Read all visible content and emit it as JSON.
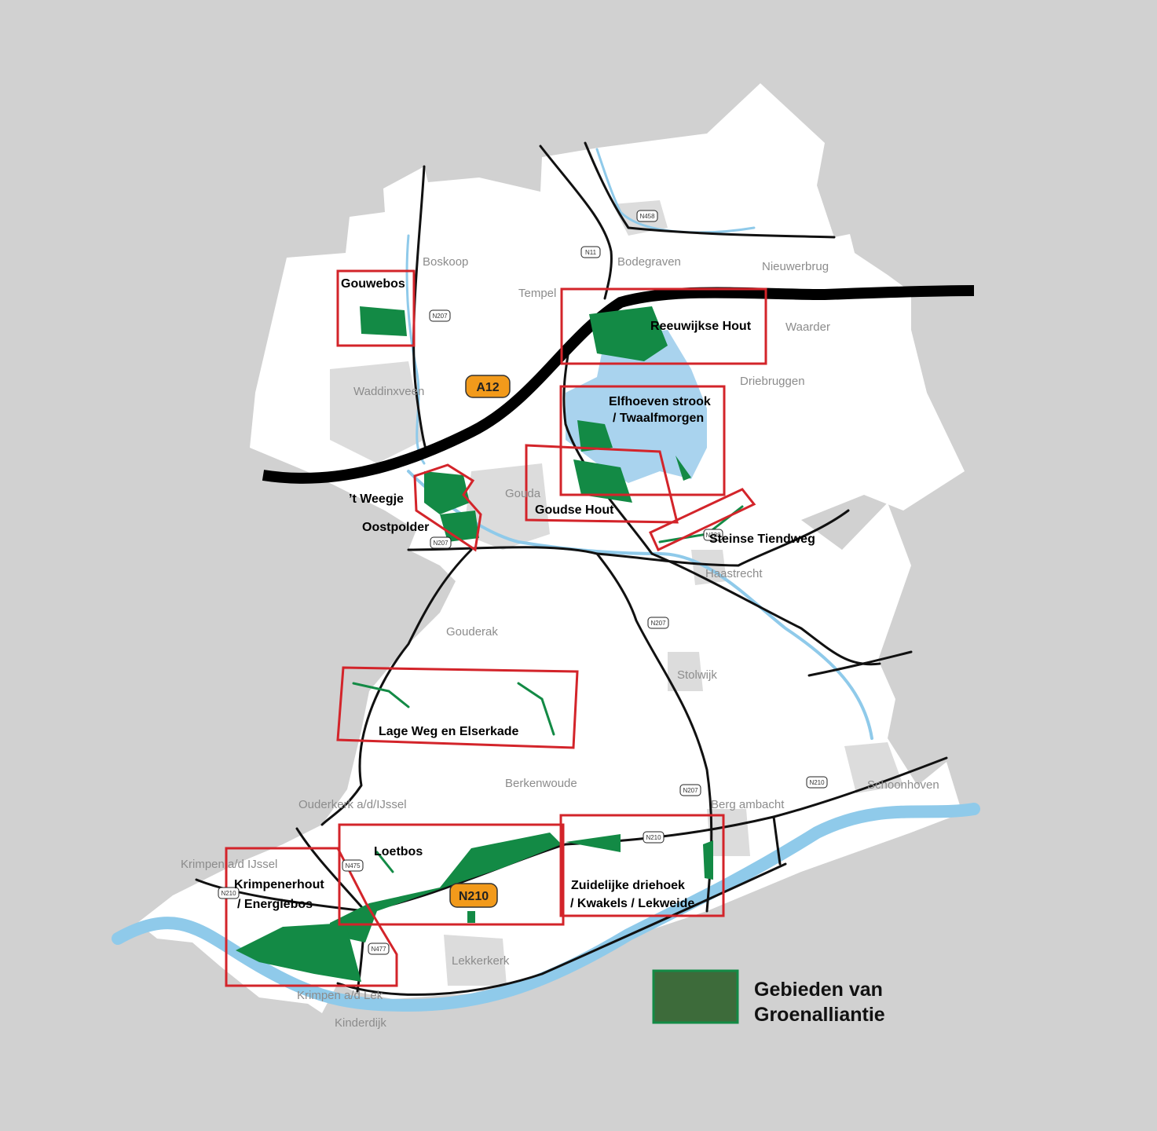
{
  "places": {
    "boskoop": "Boskoop",
    "bodegraven": "Bodegraven",
    "nieuwerbrug": "Nieuwerbrug",
    "tempel": "Tempel",
    "waarder": "Waarder",
    "waddinxveen": "Waddinxveen",
    "driebruggen": "Driebruggen",
    "gouda": "Gouda",
    "haastrecht": "Haastrecht",
    "gouderak": "Gouderak",
    "stolwijk": "Stolwijk",
    "berkenwoude": "Berkenwoude",
    "ouderkerk": "Ouderkerk a/d/IJssel",
    "berg_ambacht": "Berg ambacht",
    "schoonhoven": "Schoonhoven",
    "krimpen_ijssel": "Krimpen a/d IJssel",
    "lekkerkerk": "Lekkerkerk",
    "krimpen_lek": "Krimpen a/d Lek",
    "kinderdijk": "Kinderdijk"
  },
  "roads": {
    "n458": "N458",
    "n11": "N11",
    "n207_a": "N207",
    "n207_b": "N207",
    "n207_c": "N207",
    "n207_d": "N207",
    "n210_a": "N210",
    "n210_b": "N210",
    "n210_c": "N210",
    "n475": "N475",
    "n477": "N477",
    "n228": "N228",
    "a12": "A12",
    "n210_big": "N210"
  },
  "areas": {
    "gouwebos": "Gouwebos",
    "reeuwijkse_hout": "Reeuwijkse Hout",
    "elfhoeven_1": "Elfhoeven strook",
    "elfhoeven_2": "/ Twaalfmorgen",
    "weegje": "’t Weegje",
    "oostpolder": "Oostpolder",
    "goudse_hout": "Goudse Hout",
    "steinse": "Steinse Tiendweg",
    "lage_weg": "Lage Weg en Elserkade",
    "loetbos": "Loetbos",
    "krimpenerhout_1": "Krimpenerhout",
    "krimpenerhout_2": "/ Energiebos",
    "zuidelijke_1": "Zuidelijke driehoek",
    "zuidelijke_2": "/ Kwakels / Lekweide"
  },
  "legend": {
    "line1": "Gebieden van",
    "line2": "Groenalliantie",
    "swatch_color": "#3d6b3a"
  },
  "colors": {
    "background": "#d1d1d1",
    "land": "#ffffff",
    "water": "#8fcaea",
    "green_area": "#138a45",
    "box": "#d3242a",
    "highway_tag": "#f29a1b"
  }
}
